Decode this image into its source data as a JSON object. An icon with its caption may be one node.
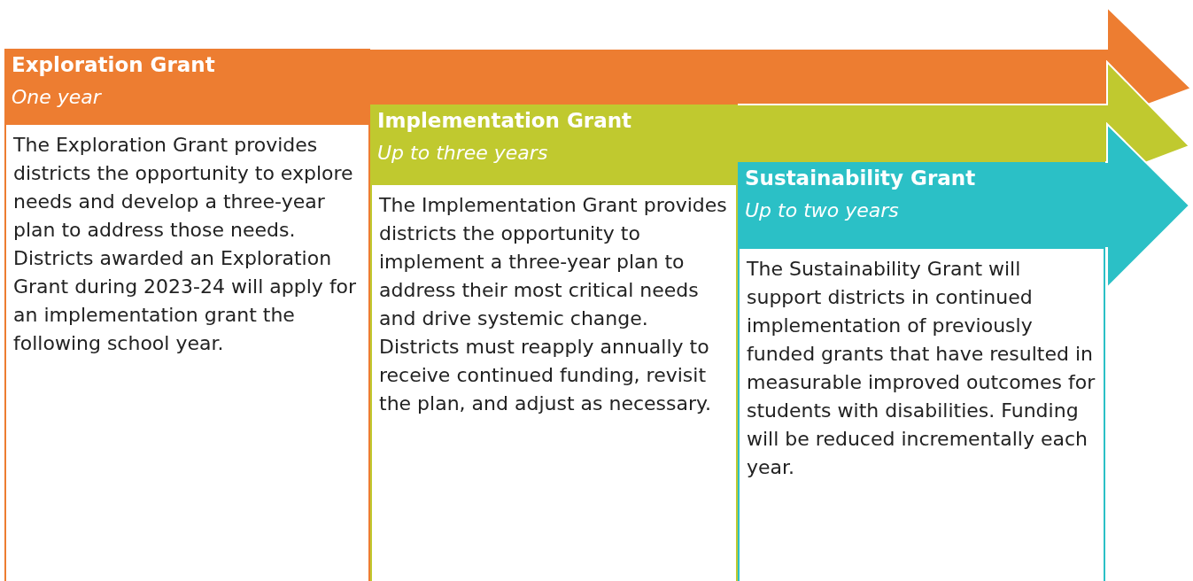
{
  "diagram": {
    "nodes": [
      {
        "text": [
          "Exploration Grant",
          "One year",
          "The Exploration Grant provides districts the opportunity to explore needs and develop a three-year plan to address those needs. Districts awarded an Exploration Grant during 2023-24 will apply for an implementation grant the following school year."
        ]
      },
      {
        "text": [
          "Implementation Grant",
          "Up to three years",
          "The Implementation Grant provides districts the opportunity to implement a three-year plan to address their most critical needs and drive systemic change. Districts must reapply annually to receive continued funding, revisit the plan, and adjust as necessary."
        ]
      },
      {
        "text": [
          "Sustainability Grant",
          "Up to two years",
          "The Sustainability Grant will support districts in continued implementation of previously funded grants that have resulted in measurable improved outcomes for students with disabilities. Funding will be reduced incrementally each year."
        ]
      }
    ]
  }
}
